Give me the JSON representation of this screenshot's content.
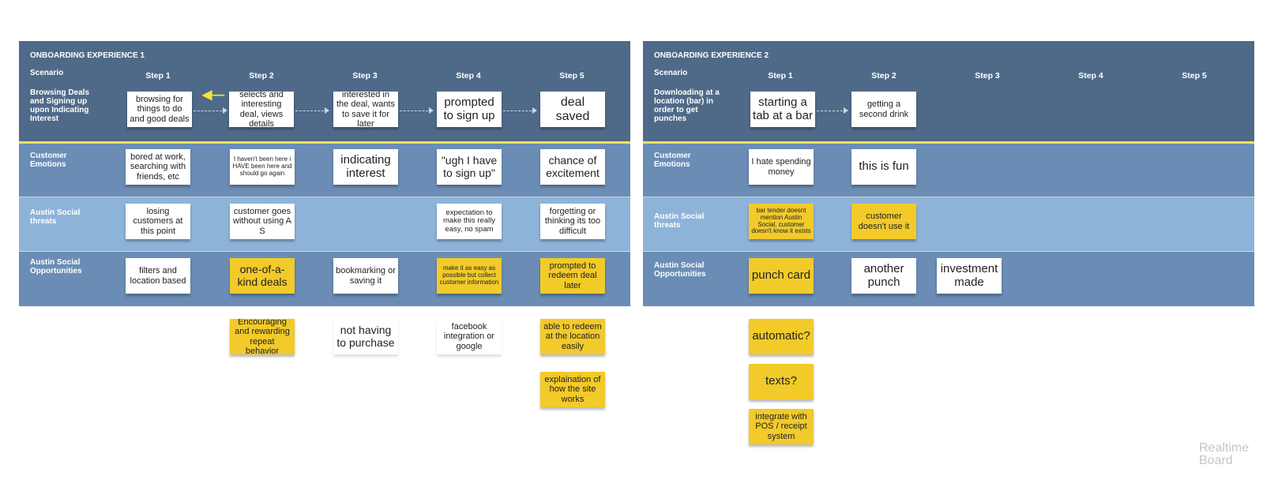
{
  "board1": {
    "title": "ONBOARDING EXPERIENCE 1",
    "rows": {
      "scenario": "Scenario",
      "scenario_desc": "Browsing Deals\nand Signing up\nupon Indicating\nInterest",
      "emotions": "Customer\nEmotions",
      "threats": "Austin Social\nthreats",
      "opportunities": "Austin Social\nOpportunities"
    },
    "steps": [
      "Step 1",
      "Step 2",
      "Step 3",
      "Step 4",
      "Step 5"
    ],
    "notes": {
      "s1": "browsing for things to do and good deals",
      "s2": "selects and interesting deal, views details",
      "s3": "interested in the deal, wants to save it for later",
      "s4": "prompted to sign up",
      "s5": "deal saved",
      "e1": "bored at work, searching with friends, etc",
      "e2": "I haven't been here i HAVE been here and should go again",
      "e3": "indicating interest",
      "e4": "\"ugh I have to sign up\"",
      "e5": "chance of excitement",
      "t1": "losing customers at this point",
      "t2": "customer goes without using A S",
      "t4": "expectation to make this really easy, no spam",
      "t5": "forgetting or thinking its too difficult",
      "o1": "filters and location based",
      "o2": "one-of-a-kind deals",
      "o3": "bookmarking or saving it",
      "o4": "make it as easy as possible but collect customer information",
      "o5": "prompted to redeem deal later",
      "x2": "Encouraging and rewarding repeat behavior",
      "x3": "not having to purchase",
      "x4": "facebook integration or google",
      "x5a": "able to redeem at the location easily",
      "x5b": "explaination of how the site works"
    }
  },
  "board2": {
    "title": "ONBOARDING EXPERIENCE 2",
    "rows": {
      "scenario": "Scenario",
      "scenario_desc": "Downloading at a\nlocation (bar) in\norder to get\npunches",
      "emotions": "Customer\nEmotions",
      "threats": "Austin Social\nthreats",
      "opportunities": "Austin Social\nOpportunities"
    },
    "steps": [
      "Step 1",
      "Step 2",
      "Step 3",
      "Step 4",
      "Step 5"
    ],
    "notes": {
      "s1": "starting a tab at a bar",
      "s2": "getting a second drink",
      "e1": "I hate spending money",
      "e2": "this is fun",
      "t1": "bar tender doesnt mention Austin Social, customer doesn't know it exists",
      "t2": "customer doesn't use it",
      "o1": "punch card",
      "o2": "another punch",
      "o3": "investment made",
      "x1a": "automatic?",
      "x1b": "texts?",
      "x1c": "integrate with POS / receipt system"
    }
  },
  "watermark": "Realtime\nBoard",
  "colors": {
    "scenario_band": "#4f6a88",
    "emotion_band": "#6b8db5",
    "threat_band": "#8eb3d9",
    "divider": "#f2e15a",
    "sticky_yellow": "#f2ca2a",
    "sticky_white": "#ffffff"
  }
}
